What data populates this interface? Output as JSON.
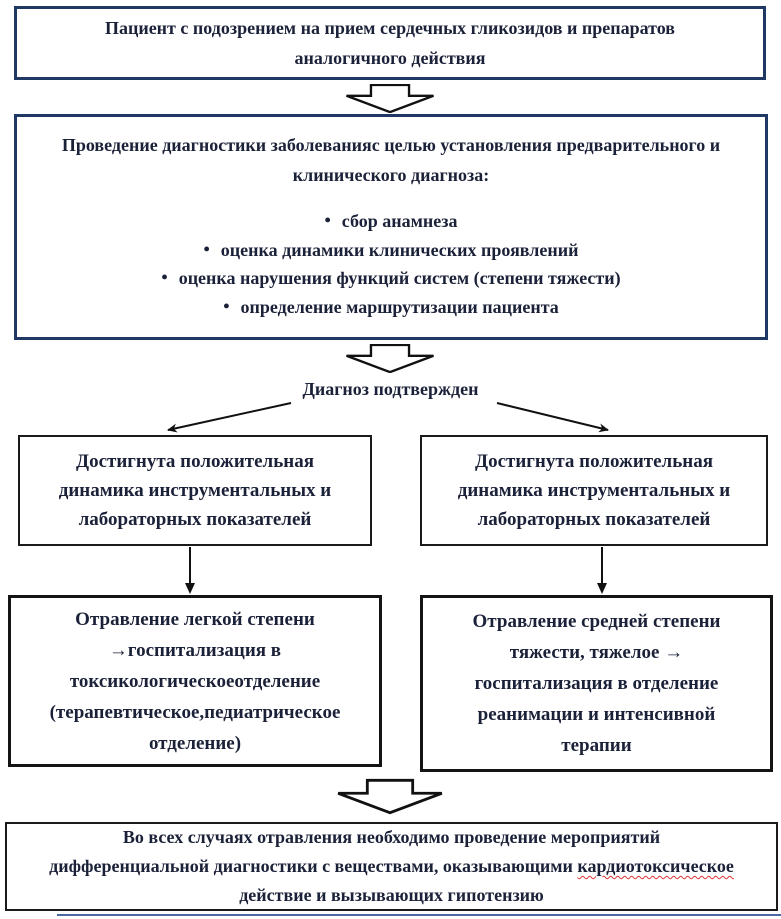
{
  "palette": {
    "blue_box_border": "#1f3864",
    "black_box_border": "#1a1a1a",
    "text_color": "#1b2138",
    "arrow_color": "#111111",
    "spellcheck_squiggle": "#e03535",
    "bottom_rule_blue": "#4a69a5",
    "background": "#ffffff"
  },
  "diagram": {
    "patient": {
      "lines": [
        "Пациент с подозрением на прием сердечных гликозидов и препаратов",
        "аналогичного действия"
      ]
    },
    "diagnostics": {
      "header_lines": [
        "Проведение диагностики заболеванияс целью установления предварительного и",
        "клинического диагноза:"
      ],
      "bullet_char": "•",
      "bullets": [
        "сбор анамнеза",
        "оценка динамики клинических проявлений",
        "оценка нарушения функций систем (степени тяжести)",
        "определение маршрутизации пациента"
      ]
    },
    "diagnosis_confirmed_label": "Диагноз подтвержден",
    "left_dynamics": {
      "lines": [
        "Достигнута положительная",
        "динамика инструментальных и",
        "лабораторных показателей"
      ]
    },
    "right_dynamics": {
      "lines": [
        "Достигнута положительная",
        "динамика инструментальных и",
        "лабораторных показателей"
      ]
    },
    "mild_outcome": {
      "lines": [
        "Отравление легкой степени",
        "→госпитализация в",
        "токсикологическоеотделение",
        "(терапевтическое,педиатрическое",
        "отделение)"
      ]
    },
    "severe_outcome": {
      "lines": [
        "Отравление средней степени",
        "тяжести, тяжелое →",
        "госпитализация в отделение",
        "реанимации и интенсивной",
        "терапии"
      ]
    },
    "bottom_note": {
      "line1": "Во всех случаях отравления необходимо проведение мероприятий",
      "line2_prefix": "дифференциальной диагностики с веществами, оказывающими",
      "line2_misspelled": "кардиотоксическое",
      "line3": "действие и вызывающих гипотензию"
    }
  }
}
